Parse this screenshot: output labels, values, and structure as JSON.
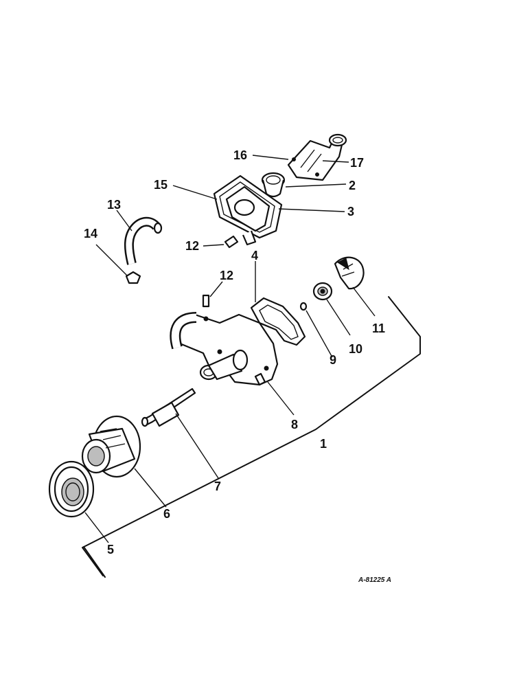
{
  "diagram": {
    "drawing_code": "A-81225 A",
    "callouts": [
      {
        "id": "c1",
        "text": "1"
      },
      {
        "id": "c2",
        "text": "2"
      },
      {
        "id": "c3",
        "text": "3"
      },
      {
        "id": "c4",
        "text": "4"
      },
      {
        "id": "c5",
        "text": "5"
      },
      {
        "id": "c6",
        "text": "6"
      },
      {
        "id": "c7",
        "text": "7"
      },
      {
        "id": "c8",
        "text": "8"
      },
      {
        "id": "c9",
        "text": "9"
      },
      {
        "id": "c10",
        "text": "10"
      },
      {
        "id": "c11",
        "text": "11"
      },
      {
        "id": "c12a",
        "text": "12"
      },
      {
        "id": "c12b",
        "text": "12"
      },
      {
        "id": "c13",
        "text": "13"
      },
      {
        "id": "c14",
        "text": "14"
      },
      {
        "id": "c15",
        "text": "15"
      },
      {
        "id": "c16",
        "text": "16"
      },
      {
        "id": "c17",
        "text": "17"
      }
    ]
  }
}
